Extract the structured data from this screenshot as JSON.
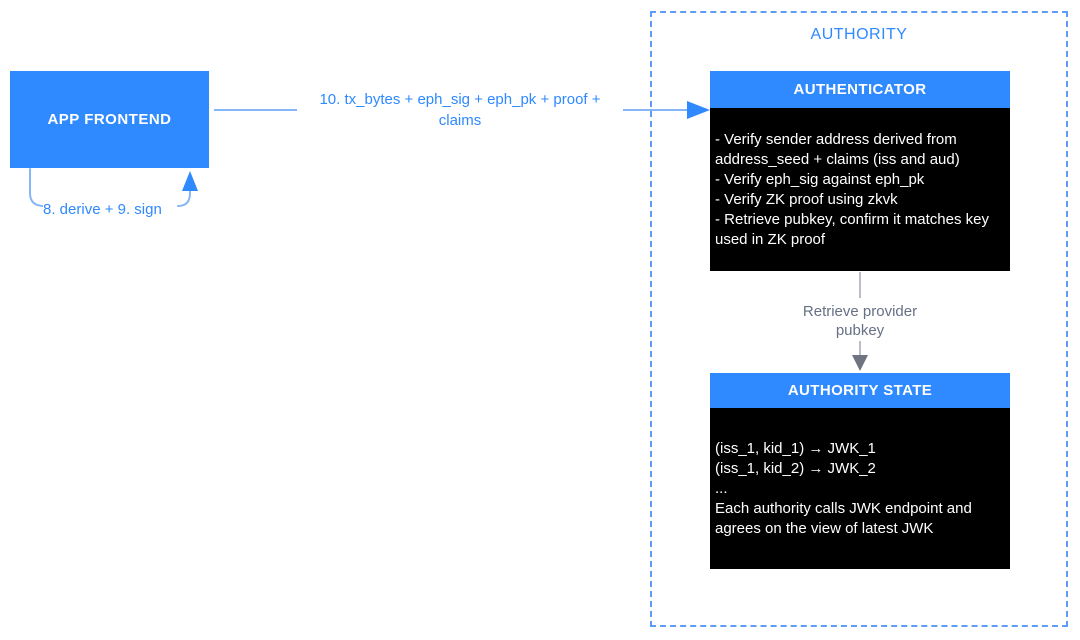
{
  "colors": {
    "primary_blue": "#2F89FF",
    "light_blue": "#85B6F8",
    "dashed_blue": "#5D9DF5",
    "gray_text": "#667085",
    "gray_line": "#A3A9B3",
    "gray_arrow": "#6E7581",
    "card_black": "#000000",
    "white": "#FFFFFF"
  },
  "nodes": {
    "app_frontend": {
      "label": "APP FRONTEND"
    }
  },
  "connectors": {
    "tx_flow": {
      "label_line1": "10. tx_bytes + eph_sig + eph_pk + proof +",
      "label_line2": "claims"
    },
    "derive_sign": {
      "label": "8. derive + 9. sign"
    },
    "retrieve_pubkey": {
      "label_line1": "Retrieve provider",
      "label_line2": "pubkey"
    }
  },
  "authority": {
    "title": "AUTHORITY",
    "authenticator": {
      "title": "AUTHENTICATOR",
      "items": [
        "- Verify sender address derived from address_seed + claims (iss and aud)",
        "- Verify eph_sig against eph_pk",
        "- Verify ZK proof using zkvk",
        "- Retrieve pubkey, confirm it matches key used in ZK proof"
      ]
    },
    "authority_state": {
      "title": "AUTHORITY STATE",
      "items": [
        "(iss_1, kid_1) → JWK_1",
        "(iss_1, kid_2) → JWK_2",
        "...",
        "Each authority calls JWK endpoint and agrees on the view of latest JWK"
      ]
    }
  }
}
